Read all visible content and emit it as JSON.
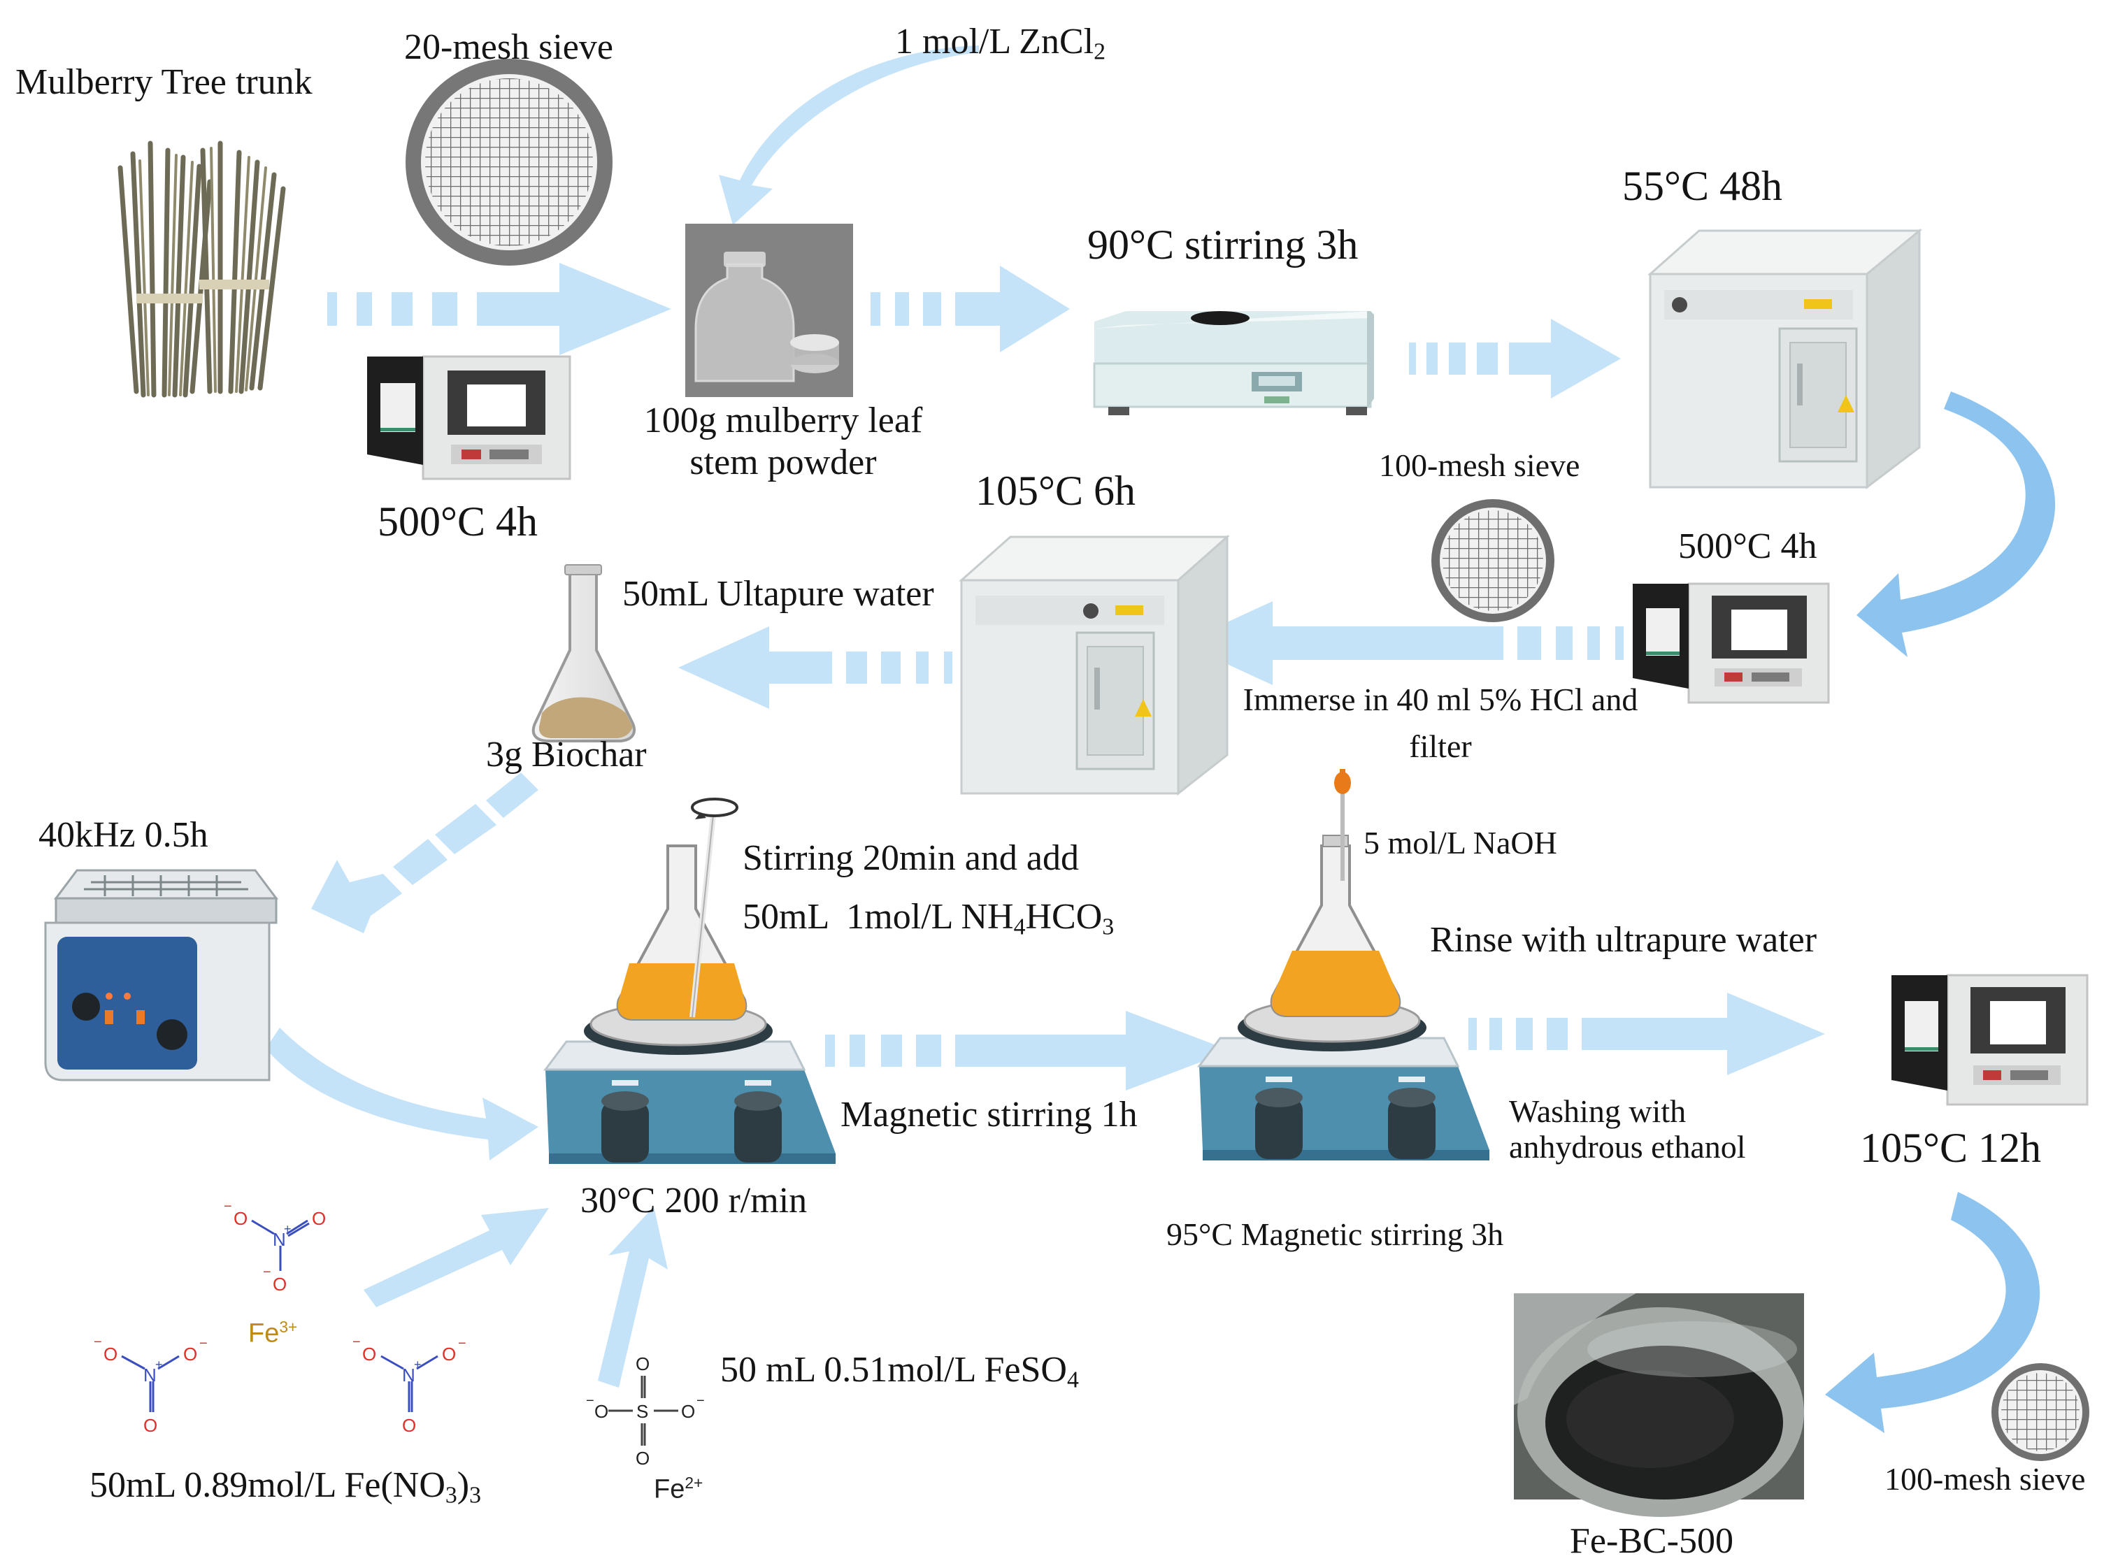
{
  "labels": {
    "trunk": "Mulberry Tree trunk",
    "sieve20": "20-mesh sieve",
    "zncl2_pre": "1 mol/L ZnCl",
    "zncl2_sub": "2",
    "furnace1": "500°C 4h",
    "powder_line1": "100g mulberry leaf",
    "powder_line2": "stem powder",
    "stir90": "90°C stirring 3h",
    "oven55": "55°C 48h",
    "oven105": "105°C 6h",
    "sieve100_top": "100-mesh sieve",
    "furnace2": "500°C 4h",
    "water50": "50mL Ultapure water",
    "biochar": "3g Biochar",
    "hcl_line1": "Immerse in 40 ml 5% HCl and",
    "hcl_line2": "filter",
    "ultrasound": "40kHz  0.5h",
    "stir20_line1": "Stirring 20min and add",
    "nh4_pre": "50mL  1mol/L NH",
    "nh4_sub1": "4",
    "nh4_mid": "HCO",
    "nh4_sub2": "3",
    "naoh": "5 mol/L NaOH",
    "rinse": "Rinse with ultrapure water",
    "magstir1h": "Magnetic stirring 1h",
    "wash_line1": "Washing with",
    "wash_line2": "anhydrous ethanol",
    "dry105_12h": "105°C 12h",
    "stir30": "30°C 200 r/min",
    "stir95": "95°C Magnetic stirring 3h",
    "feso4_pre": "50 mL 0.51mol/L FeSO",
    "feso4_sub": "4",
    "feno3_pre": "50mL 0.89mol/L Fe(NO",
    "feno3_sub": "3",
    "feno3_post": ")",
    "feno3_sub2": "3",
    "sieve100_bottom": "100-mesh sieve",
    "product": "Fe-BC-500",
    "fe3_ion": "Fe",
    "fe3_charge": "3+",
    "fe2_ion": "Fe",
    "fe2_charge": "2+"
  },
  "colors": {
    "arrow": "#c5e3f8",
    "arrow_curve": "#8cc4ef",
    "oven": "#e4e8ea",
    "furnace_body": "#e9eaea",
    "furnace_door": "#1e1e1e",
    "stirrer": "#4e8fae",
    "knob": "#2d3c43",
    "solution": "#f2a322",
    "ultrasonic_panel": "#2f5f9a",
    "chem_red": "#e0302a",
    "chem_blue": "#3a4ec0",
    "fe_gold": "#c08a18"
  }
}
